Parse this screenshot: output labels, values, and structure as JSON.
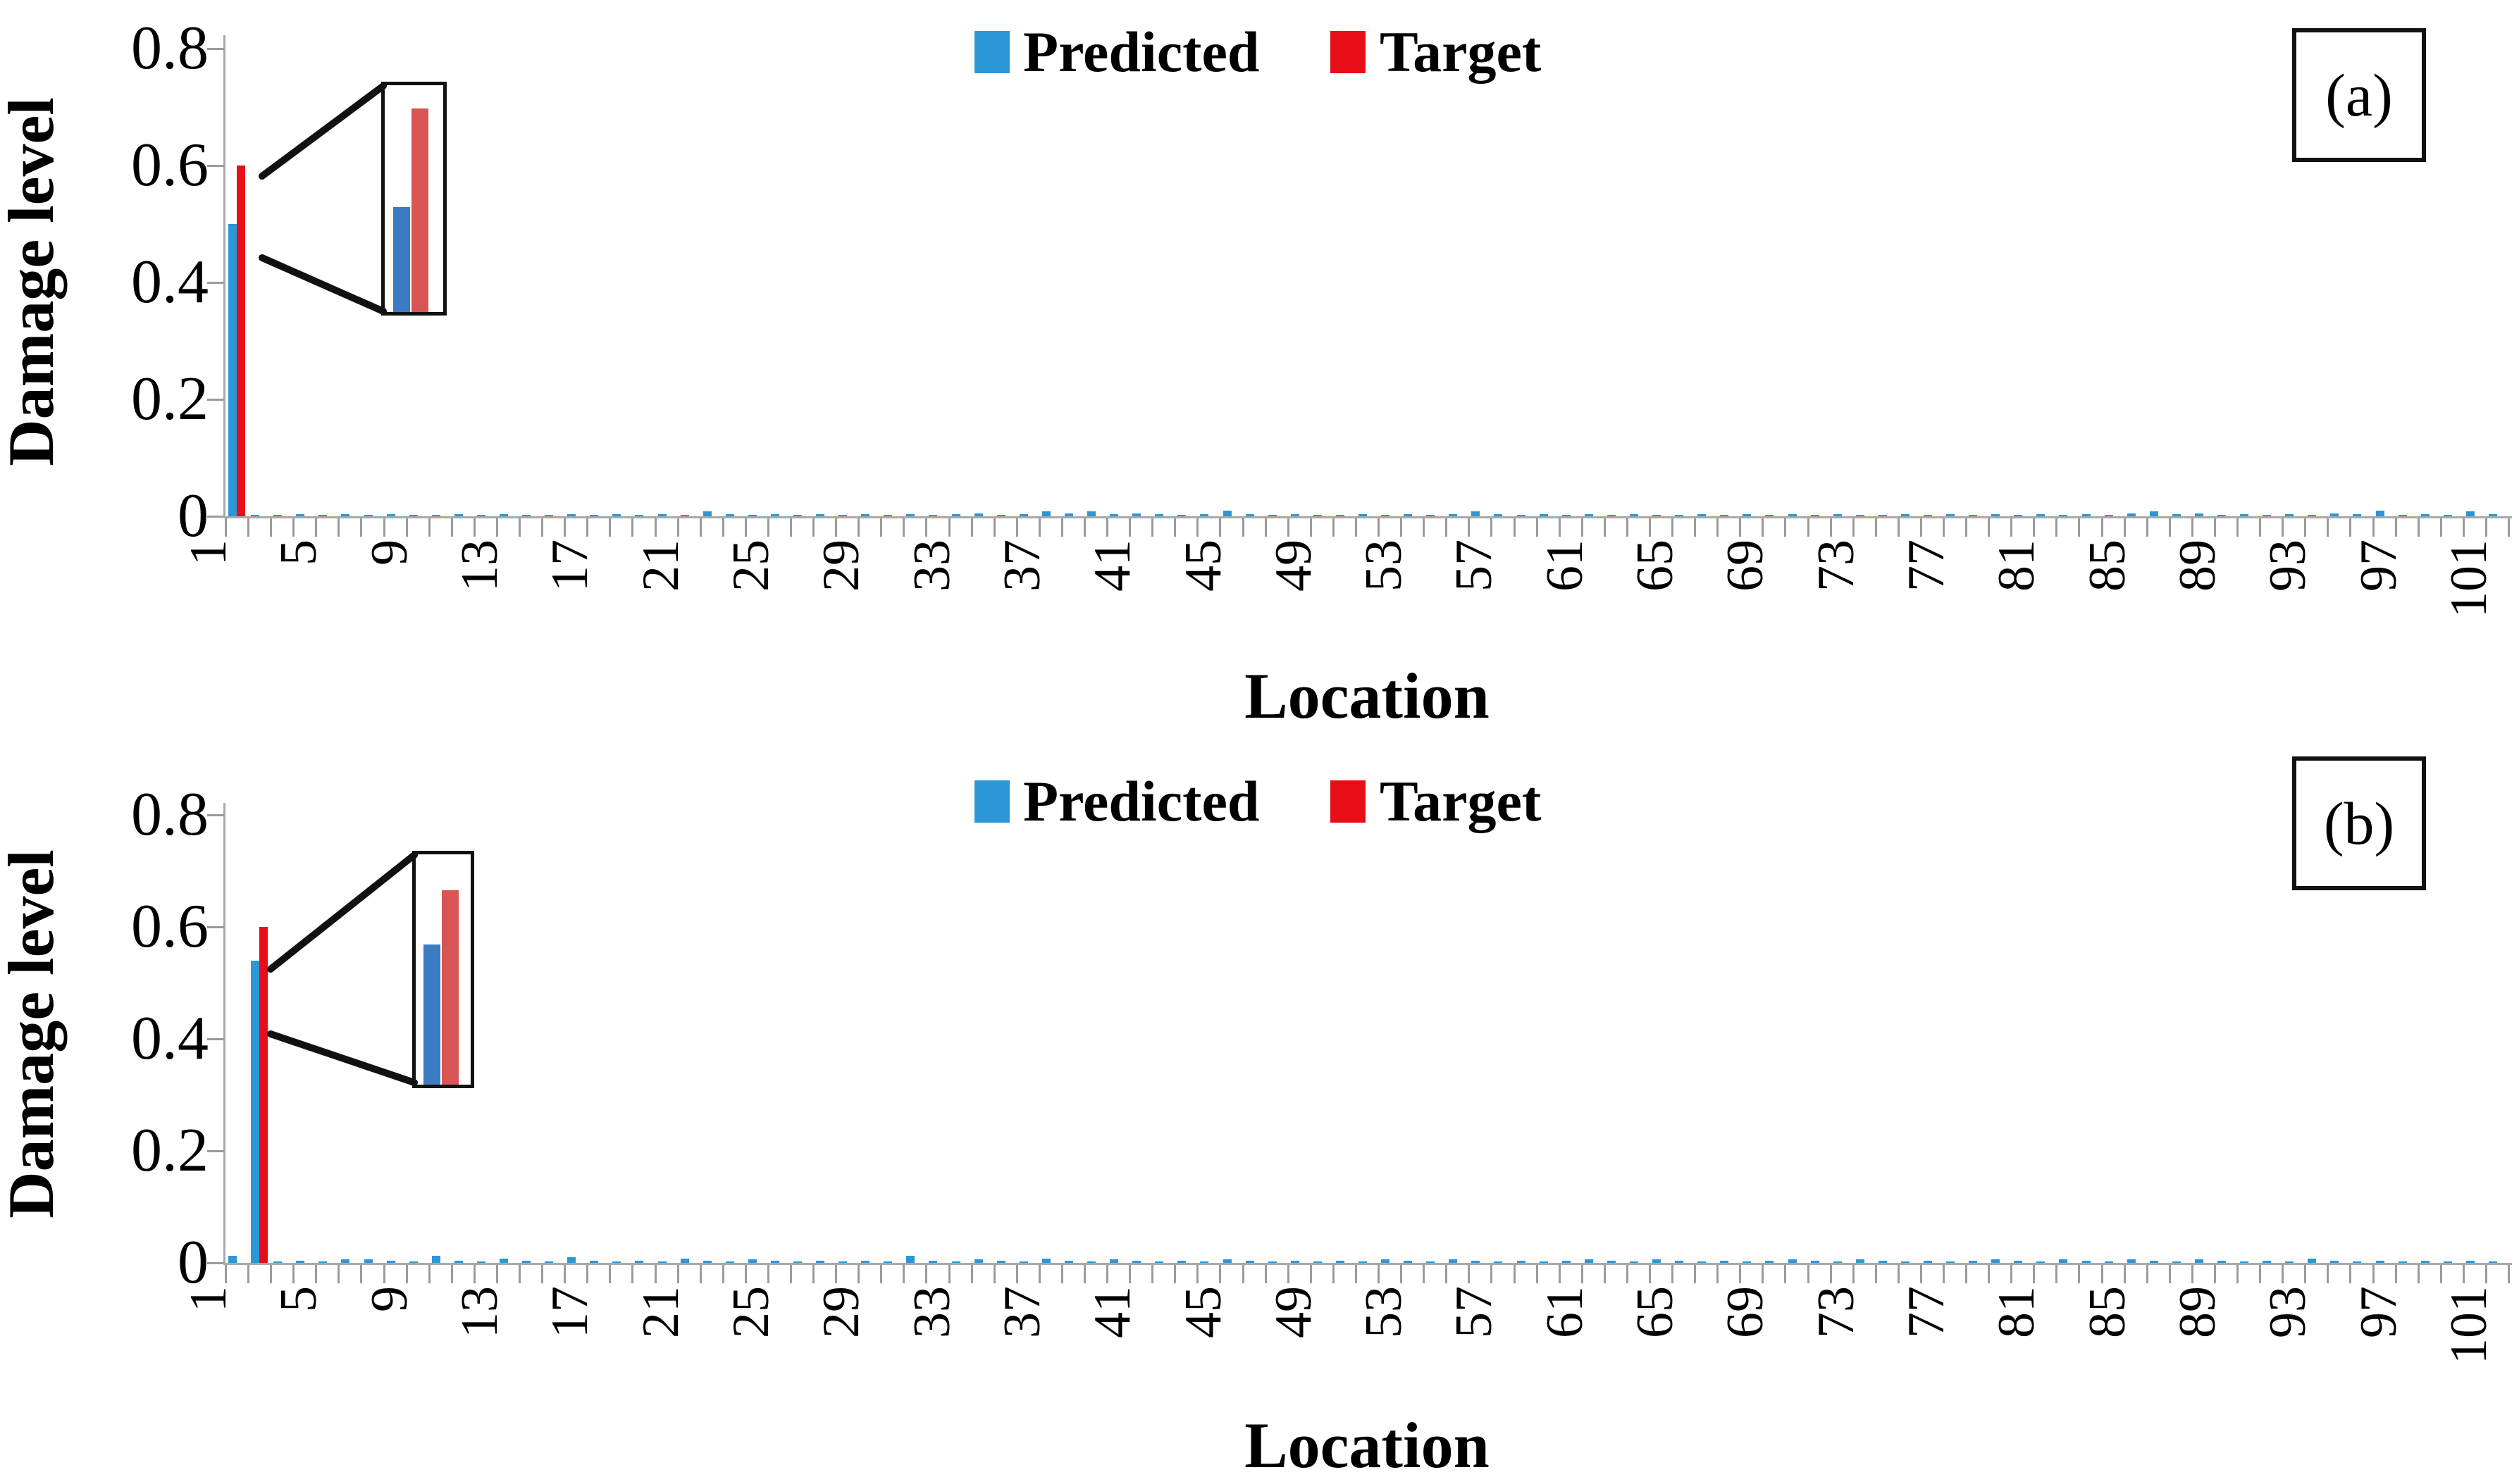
{
  "figure": {
    "y_axis_title": "Damage level",
    "x_axis_title": "Location",
    "legend": {
      "predicted": "Predicted",
      "target": "Target"
    },
    "panels": [
      {
        "corner_label": "(a)"
      },
      {
        "corner_label": "(b)"
      }
    ]
  },
  "colors": {
    "predicted": "#2B97D6",
    "target": "#E80D16",
    "inset_predicted": "#3B7CC4",
    "inset_target": "#D95454",
    "axis_line": "#a9a9a9",
    "tick": "#9b9b9b",
    "connector": "#111111"
  },
  "chart_data": [
    {
      "type": "bar",
      "panel": "a",
      "title": "",
      "xlabel": "Location",
      "ylabel": "Damage level",
      "ylim": [
        0,
        0.8
      ],
      "y_ticks": [
        "0.8",
        "0.6",
        "0.4",
        "0.2",
        "0"
      ],
      "y_tick_values": [
        0.8,
        0.6,
        0.4,
        0.2,
        0
      ],
      "categories_start": 1,
      "categories_end": 101,
      "x_tick_labels": [
        1,
        5,
        9,
        13,
        17,
        21,
        25,
        29,
        33,
        37,
        41,
        45,
        49,
        53,
        57,
        61,
        65,
        69,
        73,
        77,
        81,
        85,
        89,
        93,
        97,
        101
      ],
      "legend_position": "top-center",
      "grid": false,
      "series": [
        {
          "name": "Predicted",
          "values": [
            0.5,
            0.002,
            0.003,
            0.004,
            0.002,
            0.004,
            0.003,
            0.004,
            0.002,
            0.003,
            0.004,
            0.002,
            0.004,
            0.003,
            0.002,
            0.004,
            0.003,
            0.004,
            0.002,
            0.004,
            0.003,
            0.008,
            0.004,
            0.003,
            0.004,
            0.002,
            0.004,
            0.003,
            0.004,
            0.002,
            0.004,
            0.003,
            0.004,
            0.005,
            0.003,
            0.004,
            0.008,
            0.005,
            0.008,
            0.004,
            0.005,
            0.004,
            0.003,
            0.004,
            0.01,
            0.004,
            0.003,
            0.004,
            0.002,
            0.003,
            0.004,
            0.003,
            0.004,
            0.002,
            0.004,
            0.008,
            0.004,
            0.003,
            0.004,
            0.002,
            0.004,
            0.003,
            0.004,
            0.002,
            0.003,
            0.004,
            0.002,
            0.004,
            0.003,
            0.004,
            0.002,
            0.004,
            0.003,
            0.002,
            0.004,
            0.003,
            0.004,
            0.002,
            0.004,
            0.003,
            0.004,
            0.002,
            0.004,
            0.003,
            0.005,
            0.008,
            0.004,
            0.005,
            0.003,
            0.004,
            0.002,
            0.004,
            0.003,
            0.005,
            0.004,
            0.01,
            0.003,
            0.004,
            0.003,
            0.008,
            0.004
          ]
        },
        {
          "name": "Target",
          "values": [
            0.6,
            0,
            0,
            0,
            0,
            0,
            0,
            0,
            0,
            0,
            0,
            0,
            0,
            0,
            0,
            0,
            0,
            0,
            0,
            0,
            0,
            0,
            0,
            0,
            0,
            0,
            0,
            0,
            0,
            0,
            0,
            0,
            0,
            0,
            0,
            0,
            0,
            0,
            0,
            0,
            0,
            0,
            0,
            0,
            0,
            0,
            0,
            0,
            0,
            0,
            0,
            0,
            0,
            0,
            0,
            0,
            0,
            0,
            0,
            0,
            0,
            0,
            0,
            0,
            0,
            0,
            0,
            0,
            0,
            0,
            0,
            0,
            0,
            0,
            0,
            0,
            0,
            0,
            0,
            0,
            0,
            0,
            0,
            0,
            0,
            0,
            0,
            0,
            0,
            0,
            0,
            0,
            0,
            0,
            0,
            0,
            0,
            0,
            0,
            0,
            0
          ]
        }
      ],
      "inset": {
        "description": "zoom callout of bars at damaged location 1",
        "predicted_height_frac": 0.45,
        "target_height_frac": 0.87
      }
    },
    {
      "type": "bar",
      "panel": "b",
      "title": "",
      "xlabel": "Location",
      "ylabel": "Damage level",
      "ylim": [
        0,
        0.8
      ],
      "y_ticks": [
        "0.8",
        "0.6",
        "0.4",
        "0.2",
        "0"
      ],
      "y_tick_values": [
        0.8,
        0.6,
        0.4,
        0.2,
        0
      ],
      "categories_start": 1,
      "categories_end": 101,
      "x_tick_labels": [
        1,
        5,
        9,
        13,
        17,
        21,
        25,
        29,
        33,
        37,
        41,
        45,
        49,
        53,
        57,
        61,
        65,
        69,
        73,
        77,
        81,
        85,
        89,
        93,
        97,
        101
      ],
      "legend_position": "top-center",
      "grid": false,
      "series": [
        {
          "name": "Predicted",
          "values": [
            0.012,
            0.54,
            0.002,
            0.004,
            0.003,
            0.006,
            0.006,
            0.004,
            0.003,
            0.012,
            0.004,
            0.003,
            0.008,
            0.004,
            0.003,
            0.01,
            0.004,
            0.003,
            0.004,
            0.003,
            0.008,
            0.004,
            0.003,
            0.006,
            0.004,
            0.003,
            0.004,
            0.003,
            0.004,
            0.003,
            0.012,
            0.004,
            0.003,
            0.006,
            0.004,
            0.003,
            0.008,
            0.004,
            0.003,
            0.006,
            0.004,
            0.003,
            0.004,
            0.003,
            0.006,
            0.004,
            0.003,
            0.004,
            0.003,
            0.004,
            0.003,
            0.006,
            0.004,
            0.003,
            0.006,
            0.004,
            0.003,
            0.004,
            0.003,
            0.004,
            0.006,
            0.004,
            0.003,
            0.006,
            0.004,
            0.003,
            0.004,
            0.003,
            0.004,
            0.006,
            0.004,
            0.003,
            0.006,
            0.004,
            0.003,
            0.004,
            0.003,
            0.004,
            0.006,
            0.004,
            0.003,
            0.006,
            0.004,
            0.003,
            0.006,
            0.004,
            0.003,
            0.006,
            0.004,
            0.003,
            0.004,
            0.003,
            0.008,
            0.004,
            0.003,
            0.004,
            0.003,
            0.004,
            0.003,
            0.004,
            0.003
          ]
        },
        {
          "name": "Target",
          "values": [
            0,
            0.6,
            0,
            0,
            0,
            0,
            0,
            0,
            0,
            0,
            0,
            0,
            0,
            0,
            0,
            0,
            0,
            0,
            0,
            0,
            0,
            0,
            0,
            0,
            0,
            0,
            0,
            0,
            0,
            0,
            0,
            0,
            0,
            0,
            0,
            0,
            0,
            0,
            0,
            0,
            0,
            0,
            0,
            0,
            0,
            0,
            0,
            0,
            0,
            0,
            0,
            0,
            0,
            0,
            0,
            0,
            0,
            0,
            0,
            0,
            0,
            0,
            0,
            0,
            0,
            0,
            0,
            0,
            0,
            0,
            0,
            0,
            0,
            0,
            0,
            0,
            0,
            0,
            0,
            0,
            0,
            0,
            0,
            0,
            0,
            0,
            0,
            0,
            0,
            0,
            0,
            0,
            0,
            0,
            0,
            0,
            0,
            0,
            0,
            0,
            0
          ]
        }
      ],
      "inset": {
        "description": "zoom callout of bars at damaged location 2",
        "predicted_height_frac": 0.59,
        "target_height_frac": 0.82
      }
    }
  ]
}
